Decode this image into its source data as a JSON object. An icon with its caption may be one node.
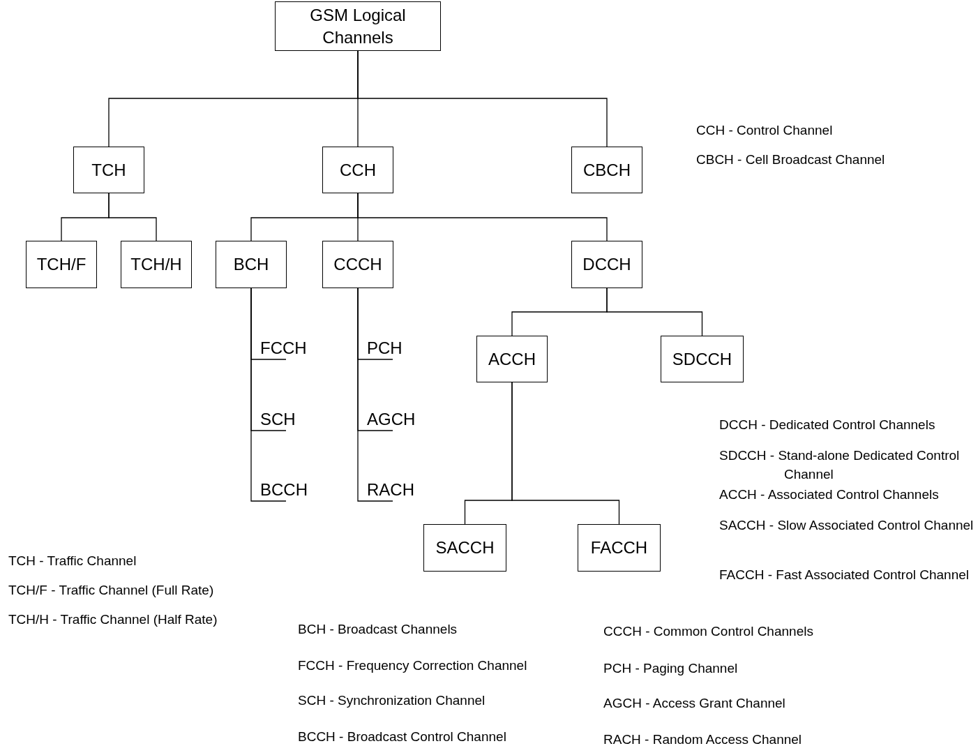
{
  "diagram": {
    "nodes": [
      {
        "text": [
          "GSM Logical Channels"
        ]
      },
      {
        "text": [
          "TCH"
        ]
      },
      {
        "text": [
          "CCH"
        ]
      },
      {
        "text": [
          "CBCH"
        ]
      },
      {
        "text": [
          "TCH/F"
        ]
      },
      {
        "text": [
          "TCH/H"
        ]
      },
      {
        "text": [
          "BCH"
        ]
      },
      {
        "text": [
          "CCCH"
        ]
      },
      {
        "text": [
          "DCCH"
        ]
      },
      {
        "text": [
          "FCCH"
        ]
      },
      {
        "text": [
          "SCH"
        ]
      },
      {
        "text": [
          "BCCH"
        ]
      },
      {
        "text": [
          "PCH"
        ]
      },
      {
        "text": [
          "AGCH"
        ]
      },
      {
        "text": [
          "RACH"
        ]
      },
      {
        "text": [
          "ACCH"
        ]
      },
      {
        "text": [
          "SDCCH"
        ]
      },
      {
        "text": [
          "SACCH"
        ]
      },
      {
        "text": [
          "FACCH"
        ]
      }
    ],
    "edges": [
      {
        "from": 0,
        "to": 1,
        "arrow": "none"
      },
      {
        "from": 0,
        "to": 2,
        "arrow": "none"
      },
      {
        "from": 0,
        "to": 3,
        "arrow": "none"
      },
      {
        "from": 1,
        "to": 4,
        "arrow": "none"
      },
      {
        "from": 1,
        "to": 5,
        "arrow": "none"
      },
      {
        "from": 2,
        "to": 6,
        "arrow": "none"
      },
      {
        "from": 2,
        "to": 7,
        "arrow": "none"
      },
      {
        "from": 2,
        "to": 8,
        "arrow": "none"
      },
      {
        "from": 6,
        "to": 9,
        "arrow": "none"
      },
      {
        "from": 6,
        "to": 10,
        "arrow": "none"
      },
      {
        "from": 6,
        "to": 11,
        "arrow": "none"
      },
      {
        "from": 7,
        "to": 12,
        "arrow": "none"
      },
      {
        "from": 7,
        "to": 13,
        "arrow": "none"
      },
      {
        "from": 7,
        "to": 14,
        "arrow": "none"
      },
      {
        "from": 8,
        "to": 15,
        "arrow": "none"
      },
      {
        "from": 8,
        "to": 16,
        "arrow": "none"
      },
      {
        "from": 15,
        "to": 17,
        "arrow": "none"
      },
      {
        "from": 15,
        "to": 18,
        "arrow": "none"
      }
    ],
    "labels": [
      "CCH - Control Channel",
      "CBCH - Cell Broadcast Channel",
      "DCCH - Dedicated Control Channels",
      "SDCCH - Stand-alone Dedicated Control Channel",
      "ACCH - Associated Control Channels",
      "SACCH - Slow Associated Control Channel",
      "FACCH - Fast Associated Control Channel",
      "TCH - Traffic Channel",
      "TCH/F - Traffic Channel (Full Rate)",
      "TCH/H - Traffic Channel (Half Rate)",
      "BCH - Broadcast Channels",
      "FCCH - Frequency Correction Channel",
      "SCH - Synchronization Channel",
      "BCCH - Broadcast Control Channel",
      "CCCH - Common Control Channels",
      "PCH - Paging Channel",
      "AGCH - Access Grant Channel",
      "RACH - Random Access Channel"
    ]
  }
}
